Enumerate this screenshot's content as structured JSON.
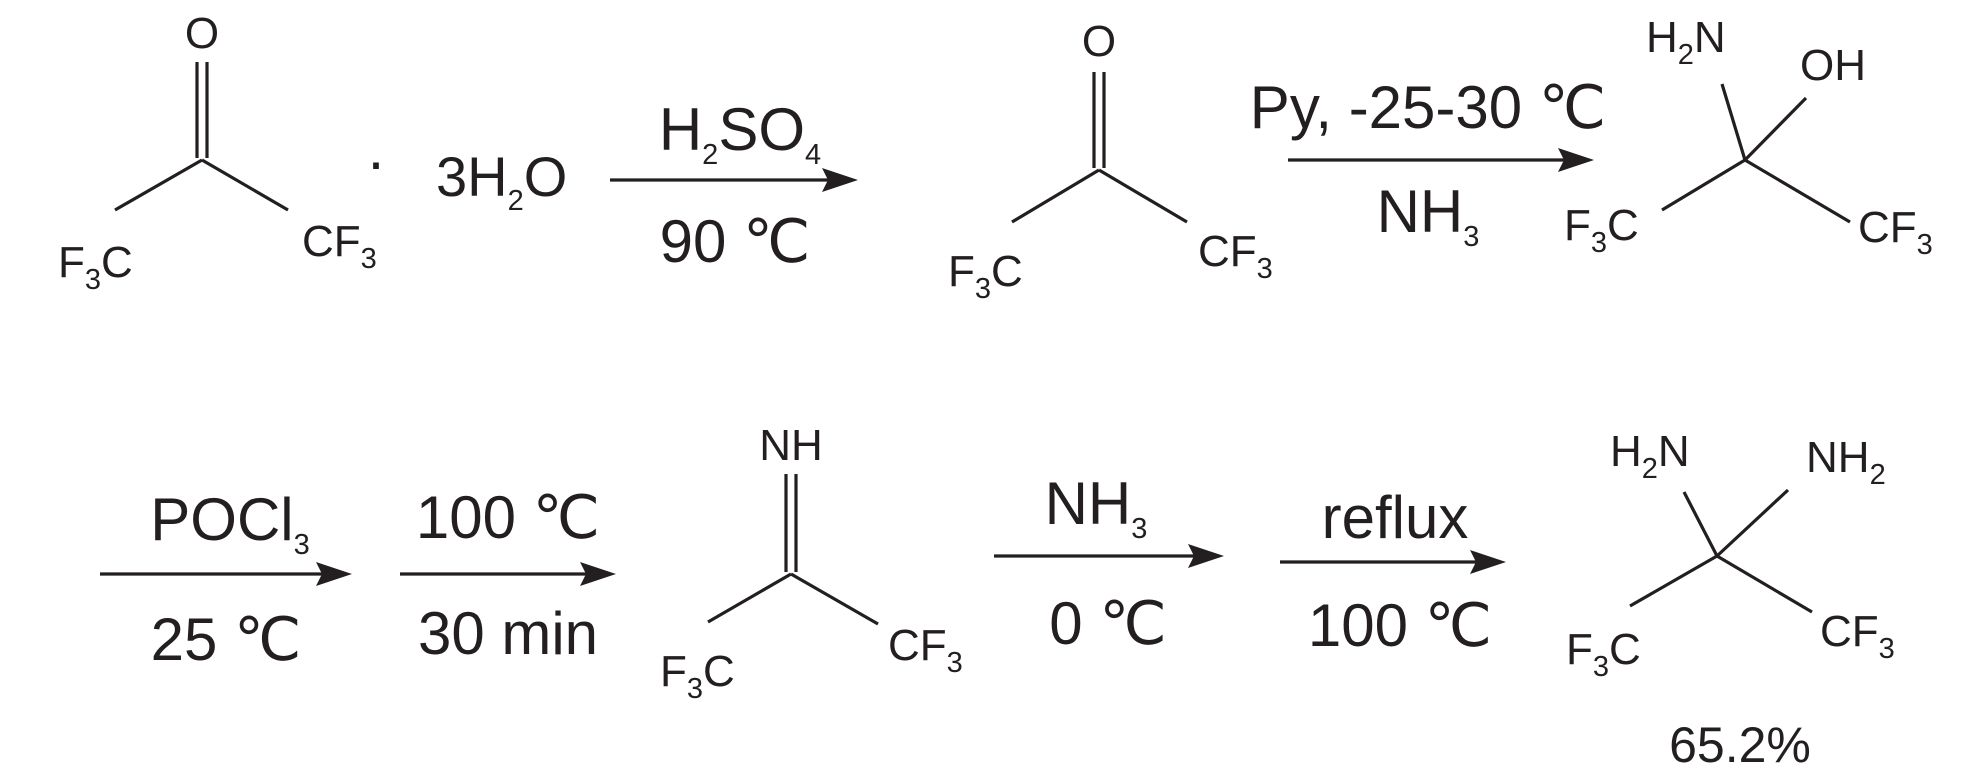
{
  "scheme": {
    "row1": {
      "hydrate": {
        "o": "O",
        "f3c_left": "F",
        "f3c_left_sub": "3",
        "f3c_left_c": "C",
        "cf3_right": "CF",
        "cf3_right_sub": "3",
        "dot": "·",
        "water_3h": "3H",
        "water_sub": "2",
        "water_o": "O"
      },
      "arrow1": {
        "top_h": "H",
        "top_sub1": "2",
        "top_so": "SO",
        "top_sub2": "4",
        "bottom": "90 ℃"
      },
      "ketone": {
        "o": "O",
        "f3c_left": "F",
        "f3c_left_sub": "3",
        "f3c_left_c": "C",
        "cf3_right": "CF",
        "cf3_right_sub": "3"
      },
      "arrow2": {
        "top": "Py, -25-30 ℃",
        "bottom_nh": "NH",
        "bottom_sub": "3"
      },
      "hemiaminal": {
        "h2n_h": "H",
        "h2n_sub": "2",
        "h2n_n": "N",
        "oh": "OH",
        "f3c_left": "F",
        "f3c_left_sub": "3",
        "f3c_left_c": "C",
        "cf3_right": "CF",
        "cf3_right_sub": "3"
      }
    },
    "row2": {
      "arrow3": {
        "top_pocl": "POCl",
        "top_sub": "3",
        "bottom": "25 ℃"
      },
      "arrow4": {
        "top": "100 ℃",
        "bottom": "30 min"
      },
      "imine": {
        "nh": "NH",
        "f3c_left": "F",
        "f3c_left_sub": "3",
        "f3c_left_c": "C",
        "cf3_right": "CF",
        "cf3_right_sub": "3"
      },
      "arrow5": {
        "top_nh": "NH",
        "top_sub": "3",
        "bottom": "0 ℃"
      },
      "arrow6": {
        "top": "reflux",
        "bottom": "100 ℃"
      },
      "diamine": {
        "h2n_h": "H",
        "h2n_sub": "2",
        "h2n_n": "N",
        "nh2_nh": "NH",
        "nh2_sub": "2",
        "f3c_left": "F",
        "f3c_left_sub": "3",
        "f3c_left_c": "C",
        "cf3_right": "CF",
        "cf3_right_sub": "3"
      },
      "yield": "65.2%"
    }
  }
}
